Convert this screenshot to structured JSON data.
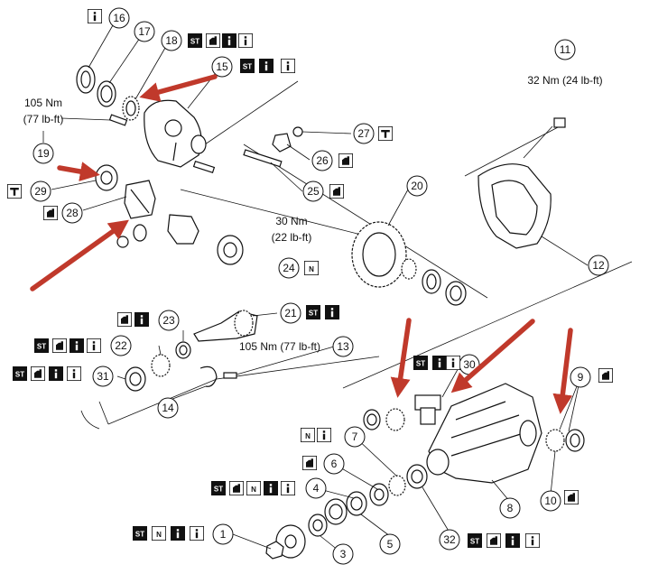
{
  "diagram": {
    "callouts": [
      {
        "id": "c1",
        "label": "1"
      },
      {
        "id": "c3",
        "label": "3"
      },
      {
        "id": "c4",
        "label": "4"
      },
      {
        "id": "c5",
        "label": "5"
      },
      {
        "id": "c6",
        "label": "6"
      },
      {
        "id": "c7",
        "label": "7"
      },
      {
        "id": "c8",
        "label": "8"
      },
      {
        "id": "c9",
        "label": "9"
      },
      {
        "id": "c10",
        "label": "10"
      },
      {
        "id": "c11",
        "label": "11"
      },
      {
        "id": "c12",
        "label": "12"
      },
      {
        "id": "c13",
        "label": "13"
      },
      {
        "id": "c14",
        "label": "14"
      },
      {
        "id": "c15",
        "label": "15"
      },
      {
        "id": "c16",
        "label": "16"
      },
      {
        "id": "c17",
        "label": "17"
      },
      {
        "id": "c18",
        "label": "18"
      },
      {
        "id": "c19",
        "label": "19"
      },
      {
        "id": "c20",
        "label": "20"
      },
      {
        "id": "c21",
        "label": "21"
      },
      {
        "id": "c22",
        "label": "22"
      },
      {
        "id": "c23",
        "label": "23"
      },
      {
        "id": "c24",
        "label": "24"
      },
      {
        "id": "c25",
        "label": "25"
      },
      {
        "id": "c26",
        "label": "26"
      },
      {
        "id": "c27",
        "label": "27"
      },
      {
        "id": "c28",
        "label": "28"
      },
      {
        "id": "c29",
        "label": "29"
      },
      {
        "id": "c30",
        "label": "30"
      },
      {
        "id": "c31",
        "label": "31"
      },
      {
        "id": "c32",
        "label": "32"
      }
    ],
    "torque_specs": {
      "t11": "32 Nm (24 lb-ft)",
      "t19_line1": "105 Nm",
      "t19_line2": "(77 lb-ft)",
      "t24_line1": "30 Nm",
      "t24_line2": "(22 lb-ft)",
      "t13": "105 Nm (77 lb-ft)"
    },
    "icon_glyphs": {
      "st": "ST",
      "n": "N",
      "i": "i"
    },
    "colors": {
      "arrow": "#c0392b",
      "line": "#111111"
    }
  }
}
